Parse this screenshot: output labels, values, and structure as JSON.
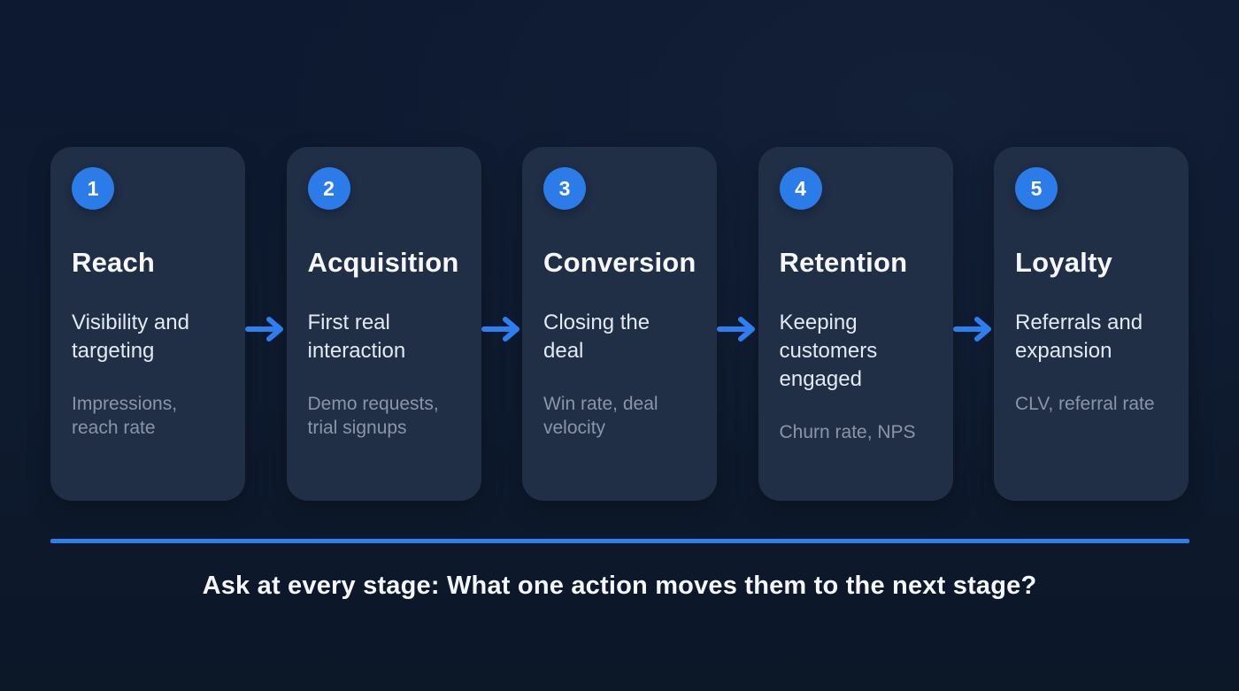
{
  "theme": {
    "background": "#0e1a2e",
    "card_bg": "#202e46",
    "accent_blue": "#2e7ef0",
    "badge_blue": "#2b7ce8",
    "title_color": "#f5f7fa",
    "subtitle_color": "#e3e9f2",
    "metric_color": "#8b95a8"
  },
  "funnel": {
    "stages": [
      {
        "number": "1",
        "title": "Reach",
        "description": "Visibility and targeting",
        "metrics": "Impressions, reach rate"
      },
      {
        "number": "2",
        "title": "Acquisition",
        "description": "First real interaction",
        "metrics": "Demo requests, trial signups"
      },
      {
        "number": "3",
        "title": "Conversion",
        "description": "Closing the deal",
        "metrics": "Win rate, deal velocity"
      },
      {
        "number": "4",
        "title": "Retention",
        "description": "Keeping customers engaged",
        "metrics": "Churn rate, NPS"
      },
      {
        "number": "5",
        "title": "Loyalty",
        "description": "Referrals and expansion",
        "metrics": "CLV, referral rate"
      }
    ],
    "arrow_icon": "right-arrow"
  },
  "footer": {
    "note": "Ask at every stage: What one action moves them to the next stage?"
  }
}
